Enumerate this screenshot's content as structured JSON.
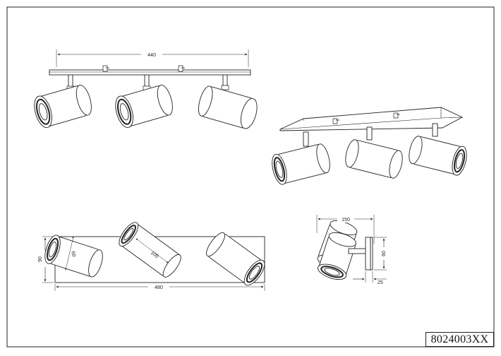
{
  "dimensions": {
    "top_length": "440",
    "bottom_length": "480",
    "bottom_height": "90",
    "diameter": "60",
    "spot_length": "105",
    "side_depth": "150",
    "side_mount": "60",
    "side_plate": "25"
  },
  "product_code": "8024003XX",
  "colors": {
    "line": "#222222",
    "paper": "#ffffff"
  }
}
